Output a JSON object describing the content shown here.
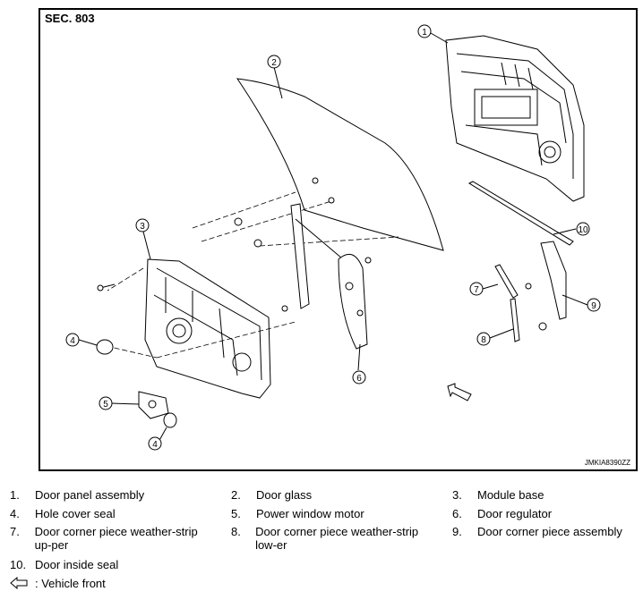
{
  "diagram": {
    "section_label": "SEC. 803",
    "code": "JMKIA8390ZZ",
    "callouts": [
      "1",
      "2",
      "3",
      "4",
      "4",
      "5",
      "6",
      "7",
      "8",
      "9",
      "10"
    ]
  },
  "legend": {
    "items": [
      {
        "num": "1.",
        "text": "Door panel assembly"
      },
      {
        "num": "2.",
        "text": "Door glass"
      },
      {
        "num": "3.",
        "text": "Module base"
      },
      {
        "num": "4.",
        "text": "Hole cover seal"
      },
      {
        "num": "5.",
        "text": "Power window motor"
      },
      {
        "num": "6.",
        "text": "Door regulator"
      },
      {
        "num": "7.",
        "text": "Door corner piece weather-strip up-per"
      },
      {
        "num": "8.",
        "text": "Door corner piece weather-strip low-er"
      },
      {
        "num": "9.",
        "text": "Door corner piece assembly"
      },
      {
        "num": "10.",
        "text": "Door inside seal"
      }
    ],
    "front_text": ": Vehicle front",
    "front_icon": "arrow-left-outline-icon"
  }
}
